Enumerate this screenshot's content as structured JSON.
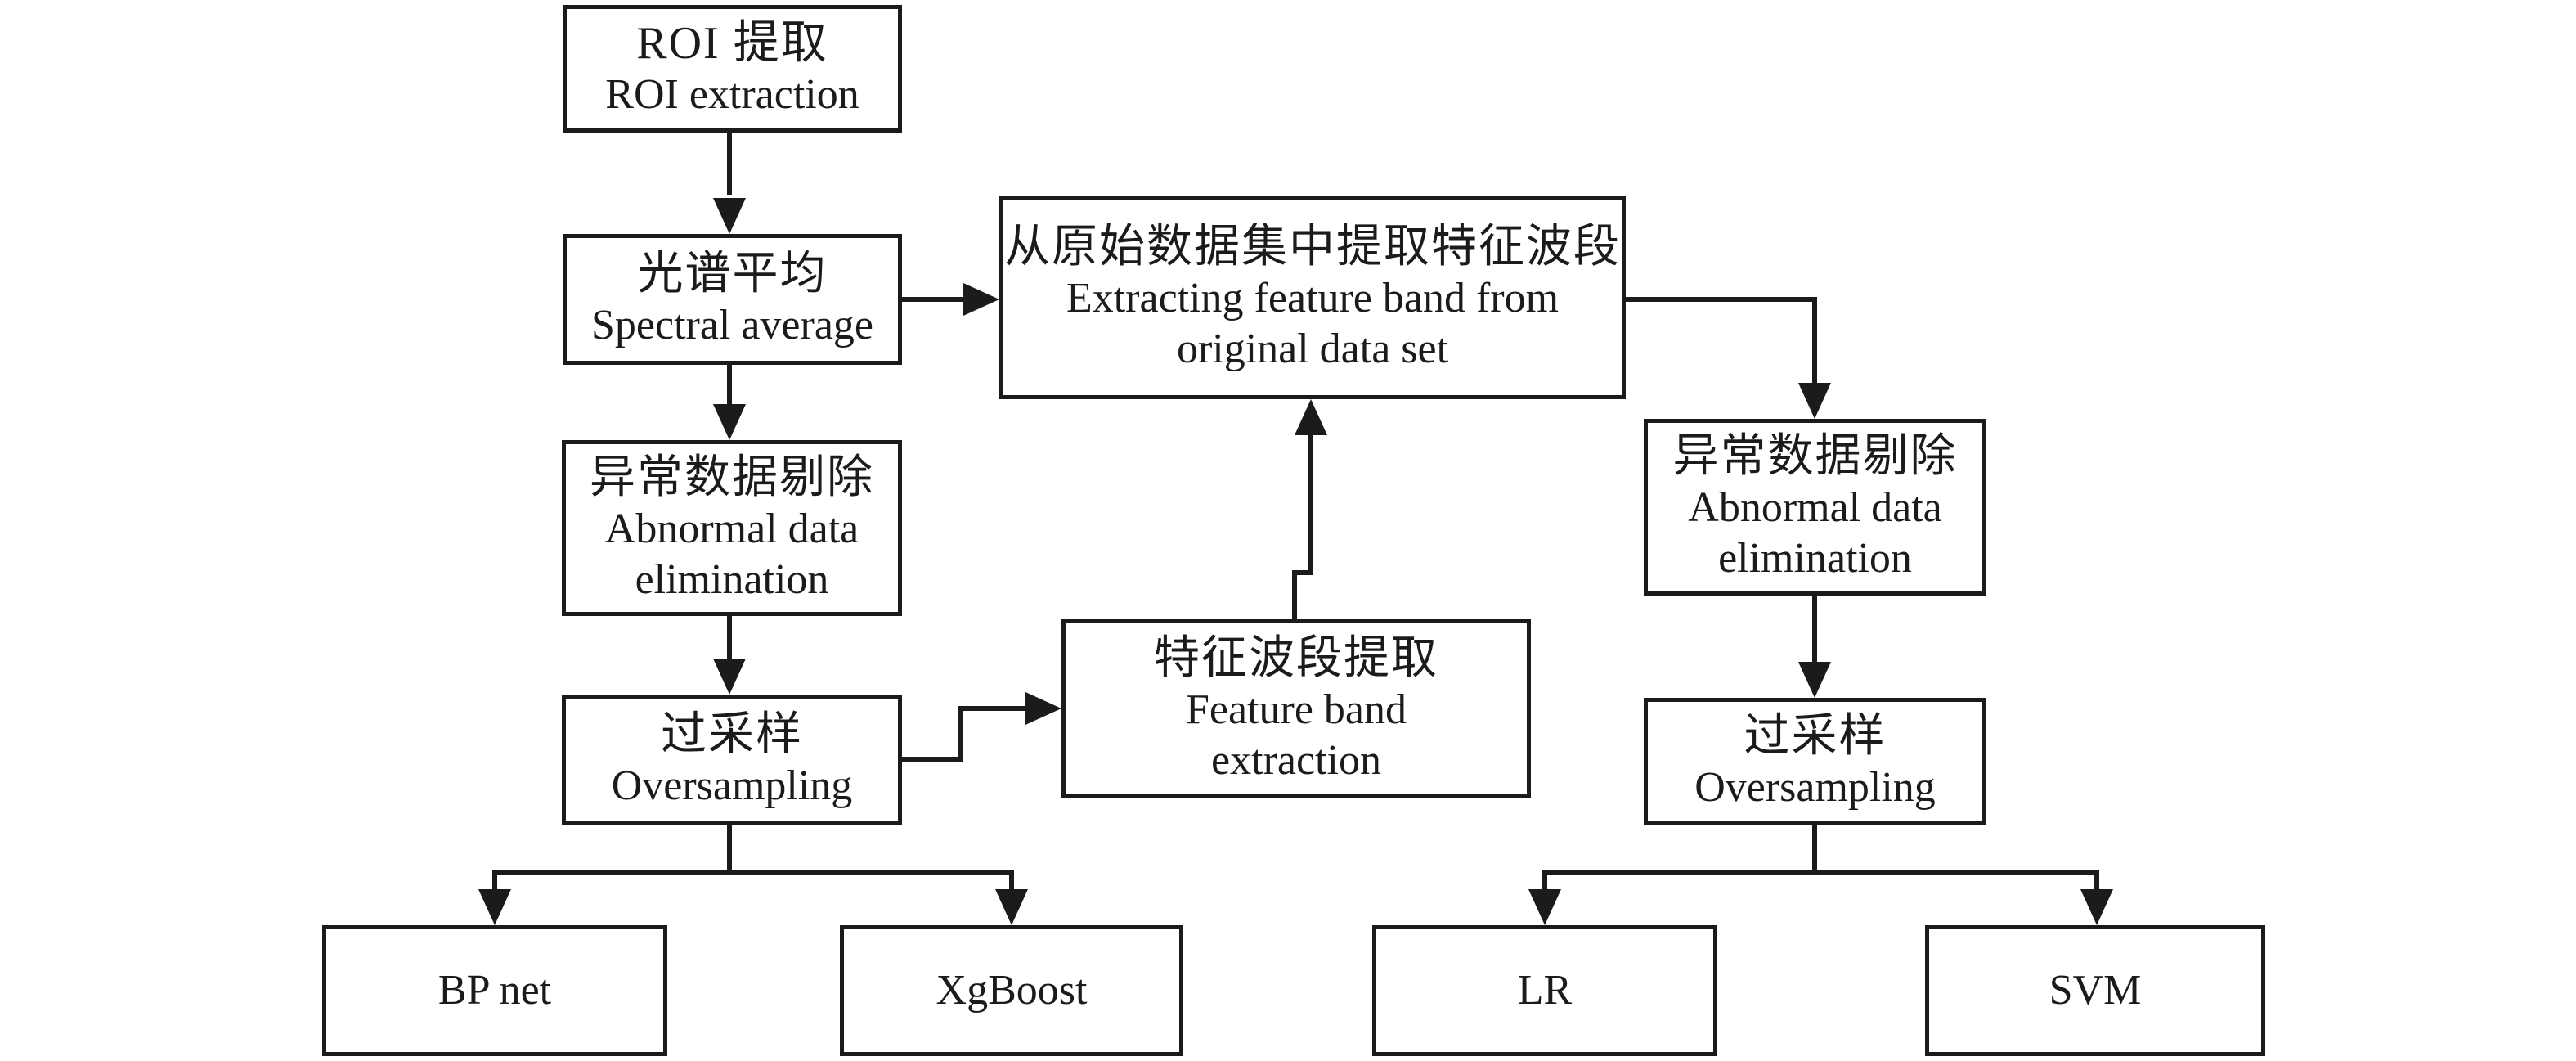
{
  "diagram": {
    "title": "Data processing and modeling flowchart",
    "colors": {
      "line": "#1b1b1b",
      "background": "#ffffff"
    },
    "nodes": {
      "roi": {
        "zh": "ROI 提取",
        "en": "ROI extraction"
      },
      "spectral": {
        "zh": "光谱平均",
        "en": "Spectral average"
      },
      "extract_band_original": {
        "zh": "从原始数据集中提取特征波段",
        "en": "Extracting feature band from original data set"
      },
      "abnormal_left": {
        "zh": "异常数据剔除",
        "en": "Abnormal data elimination"
      },
      "feature_band": {
        "zh": "特征波段提取",
        "en": "Feature band extraction"
      },
      "oversampling_left": {
        "zh": "过采样",
        "en": "Oversampling"
      },
      "abnormal_right": {
        "zh": "异常数据剔除",
        "en": "Abnormal data elimination"
      },
      "oversampling_right": {
        "zh": "过采样",
        "en": "Oversampling"
      },
      "bp_net": {
        "label": "BP net"
      },
      "xgboost": {
        "label": "XgBoost"
      },
      "lr": {
        "label": "LR"
      },
      "svm": {
        "label": "SVM"
      }
    },
    "edges": [
      {
        "from": "roi",
        "to": "spectral"
      },
      {
        "from": "spectral",
        "to": "extract_band_original"
      },
      {
        "from": "spectral",
        "to": "abnormal_left"
      },
      {
        "from": "abnormal_left",
        "to": "oversampling_left"
      },
      {
        "from": "oversampling_left",
        "to": "feature_band"
      },
      {
        "from": "feature_band",
        "to": "extract_band_original"
      },
      {
        "from": "extract_band_original",
        "to": "abnormal_right"
      },
      {
        "from": "abnormal_right",
        "to": "oversampling_right"
      },
      {
        "from": "oversampling_left",
        "to": "bp_net"
      },
      {
        "from": "oversampling_left",
        "to": "xgboost"
      },
      {
        "from": "oversampling_right",
        "to": "lr"
      },
      {
        "from": "oversampling_right",
        "to": "svm"
      }
    ]
  }
}
